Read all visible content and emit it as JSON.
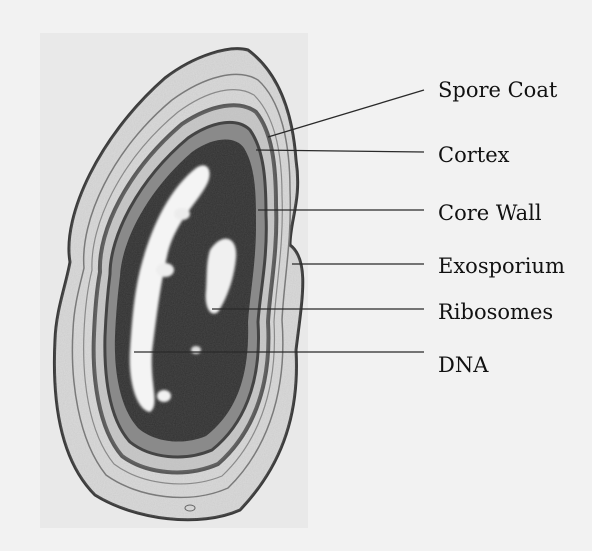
{
  "diagram": {
    "labels": {
      "spore_coat": "Spore Coat",
      "cortex": "Cortex",
      "core_wall": "Core Wall",
      "exosporium": "Exosporium",
      "ribosomes": "Ribosomes",
      "dna": "DNA"
    },
    "colors": {
      "background": "#f2f2f2",
      "leader_line": "#2a2a2a",
      "membrane_dark": "#4a4a4a",
      "core_dark": "#2b2b2b",
      "nucleoid_light": "#f4f4f4"
    }
  }
}
